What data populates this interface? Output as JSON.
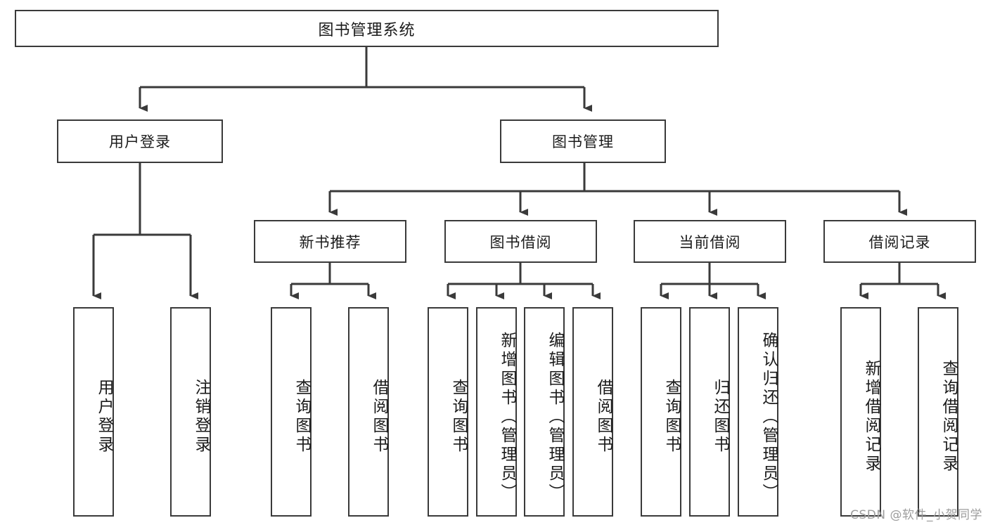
{
  "diagram": {
    "title": "图书管理系统",
    "type": "tree",
    "watermark": "CSDN @软件_小贺同学",
    "colors": {
      "background": "#ffffff",
      "box_border": "#3a3a3a",
      "box_fill": "#ffffff",
      "text": "#1b1b1b",
      "connector": "#3a3a3a",
      "watermark": "#9d9d9d"
    },
    "root": {
      "label": "图书管理系统"
    },
    "level2": [
      {
        "id": "user-login",
        "label": "用户登录"
      },
      {
        "id": "book-manage",
        "label": "图书管理"
      }
    ],
    "level3": [
      {
        "id": "new-book-rec",
        "label": "新书推荐",
        "parent": "book-manage"
      },
      {
        "id": "book-borrow",
        "label": "图书借阅",
        "parent": "book-manage"
      },
      {
        "id": "current-borrow",
        "label": "当前借阅",
        "parent": "book-manage"
      },
      {
        "id": "borrow-record",
        "label": "借阅记录",
        "parent": "book-manage"
      }
    ],
    "leaves": [
      {
        "id": "leaf-user-login",
        "label": "用户登录",
        "parent": "user-login"
      },
      {
        "id": "leaf-logout",
        "label": "注销登录",
        "parent": "user-login"
      },
      {
        "id": "leaf-query-book-1",
        "label": "查询图书",
        "parent": "new-book-rec"
      },
      {
        "id": "leaf-borrow-book-1",
        "label": "借阅图书",
        "parent": "new-book-rec"
      },
      {
        "id": "leaf-query-book-2",
        "label": "查询图书",
        "parent": "book-borrow"
      },
      {
        "id": "leaf-add-book",
        "label": "新增图书（管理员）",
        "parent": "book-borrow"
      },
      {
        "id": "leaf-edit-book",
        "label": "编辑图书（管理员）",
        "parent": "book-borrow"
      },
      {
        "id": "leaf-borrow-book-2",
        "label": "借阅图书",
        "parent": "book-borrow"
      },
      {
        "id": "leaf-query-book-3",
        "label": "查询图书",
        "parent": "current-borrow"
      },
      {
        "id": "leaf-return-book",
        "label": "归还图书",
        "parent": "current-borrow"
      },
      {
        "id": "leaf-confirm-return",
        "label": "确认归还（管理员）",
        "parent": "current-borrow"
      },
      {
        "id": "leaf-add-record",
        "label": "新增借阅记录",
        "parent": "borrow-record"
      },
      {
        "id": "leaf-query-record",
        "label": "查询借阅记录",
        "parent": "borrow-record"
      }
    ]
  }
}
